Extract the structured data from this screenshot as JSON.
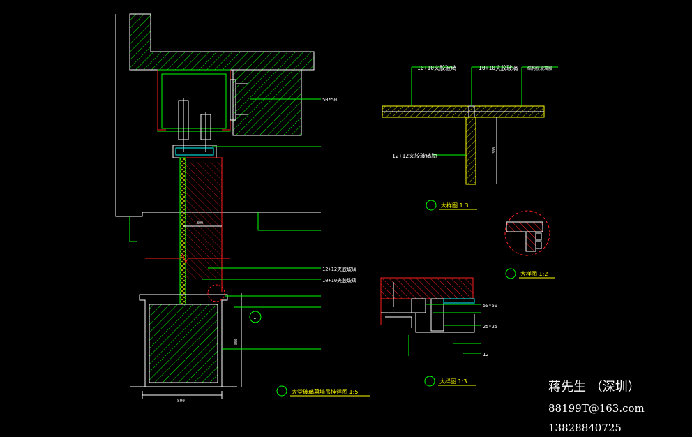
{
  "drawing": {
    "colors": {
      "background": "#000000",
      "outline": "#ffffff",
      "hatch": "#00ff00",
      "section": "#ff2020",
      "glass": "#ffff00",
      "leader": "#00ff00",
      "glass_edge": "#00ffff"
    },
    "main_detail": {
      "labels": {
        "fifty_channel": "50*50",
        "glass_12": "12+12夹胶玻璃",
        "glass_10": "10+10夹胶玻璃",
        "dim_width": "800",
        "dim_height": "850",
        "dim_base": "800"
      },
      "title": "大堂玻璃幕墙吊挂详图 1:5",
      "section_mark": "1"
    },
    "detail_top_right": {
      "labels": {
        "glass_left": "10+10夹胶玻璃",
        "glass_mid": "10+10夹胶玻璃",
        "glass_right": "结构胶玻璃胶",
        "glass_fin": "12+12夹胶玻璃肋",
        "dim_fin": "300"
      },
      "title": "大样图 1:3"
    },
    "detail_mid_right": {
      "title": "大样图 1:2"
    },
    "detail_bottom_right": {
      "labels": {
        "fifty_channel": "50*50",
        "angle": "25*25",
        "glass_12": "12"
      },
      "title": "大样图 1:3"
    },
    "signature": {
      "name": "蒋先生 （深圳）",
      "email": "88199T@163.com",
      "phone": "13828840725"
    }
  }
}
